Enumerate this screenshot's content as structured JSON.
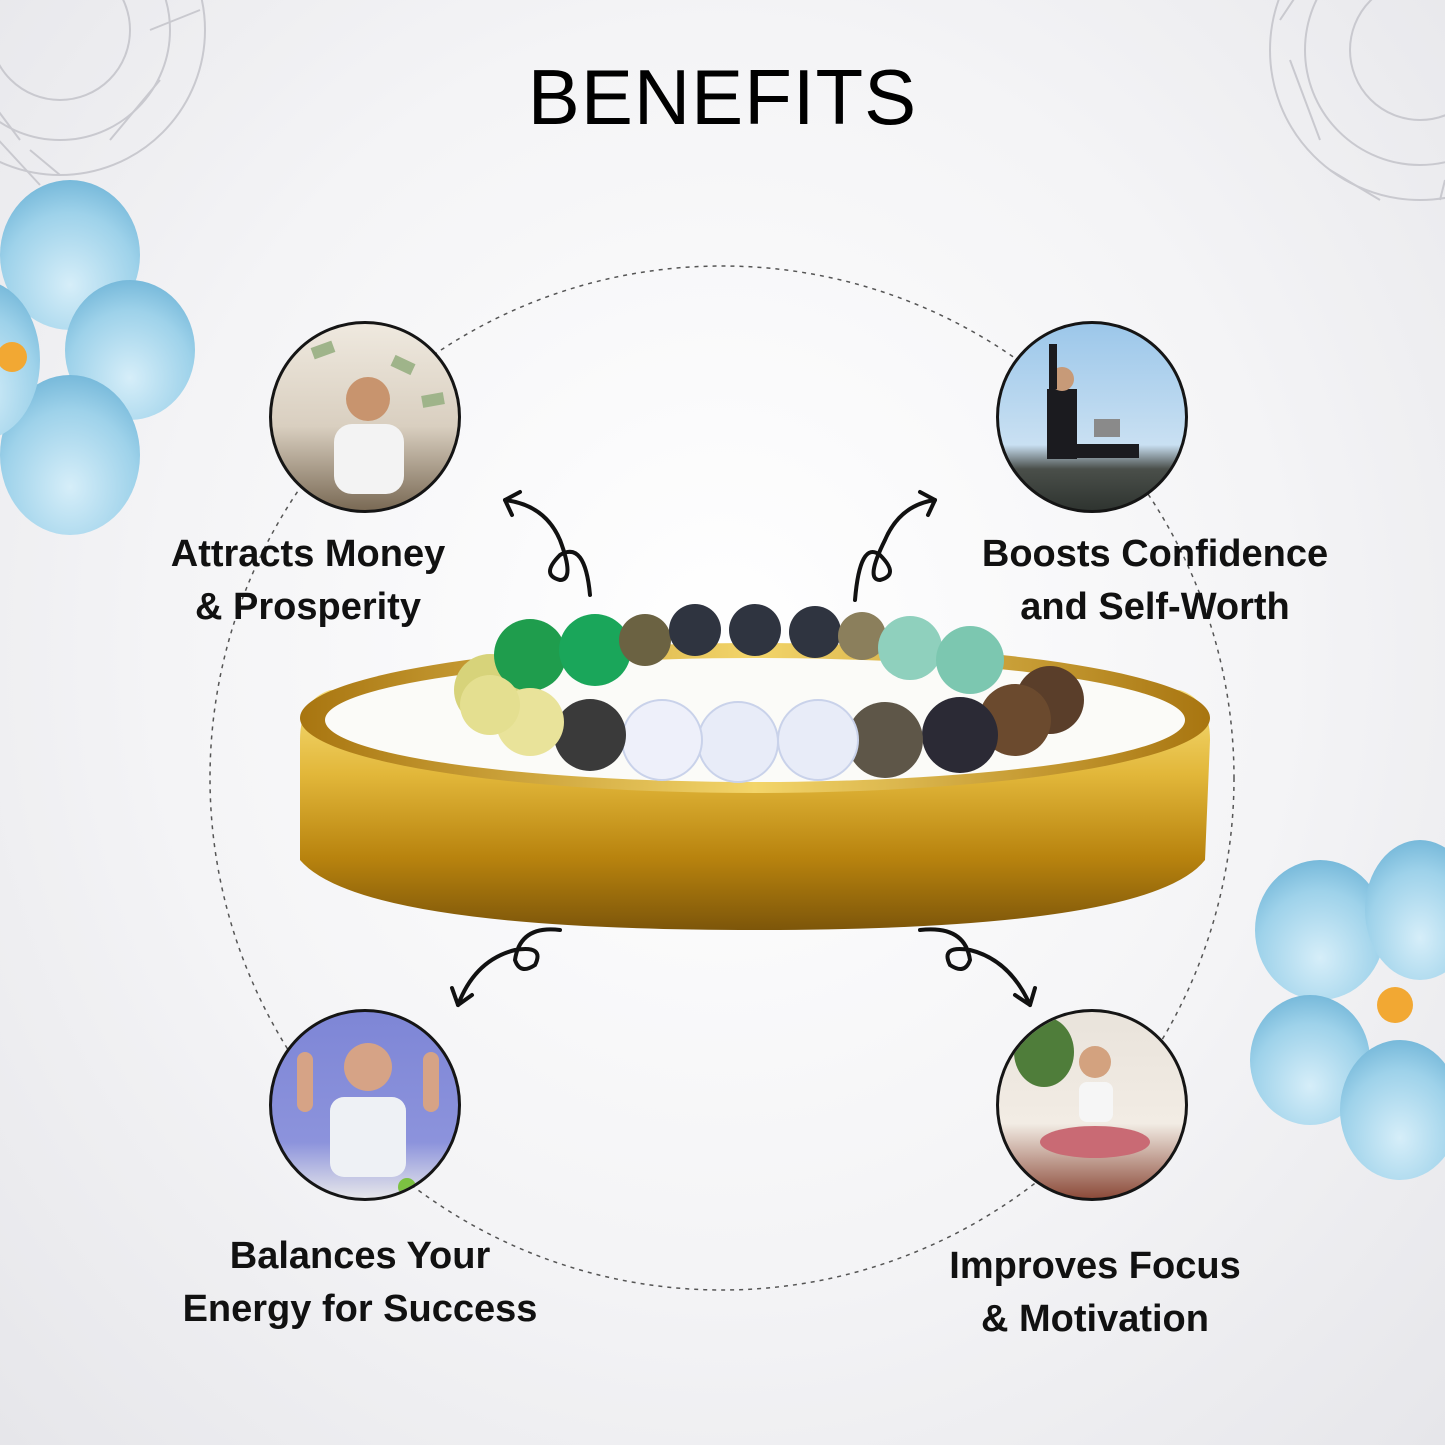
{
  "heading": "BENEFITS",
  "benefits": [
    {
      "label": "Attracts Money\n& Prosperity",
      "icon": "money-rain-photo"
    },
    {
      "label": "Boosts Confidence\nand Self-Worth",
      "icon": "confident-businessman-photo"
    },
    {
      "label": "Balances Your\nEnergy for Success",
      "icon": "thumbs-self-man-photo"
    },
    {
      "label": "Improves Focus\n& Motivation",
      "icon": "meditating-woman-photo"
    }
  ],
  "colors": {
    "flower": "#8ec9e6",
    "flower_center": "#f2a833",
    "gold": "#d4a021",
    "outline": "#151515"
  }
}
